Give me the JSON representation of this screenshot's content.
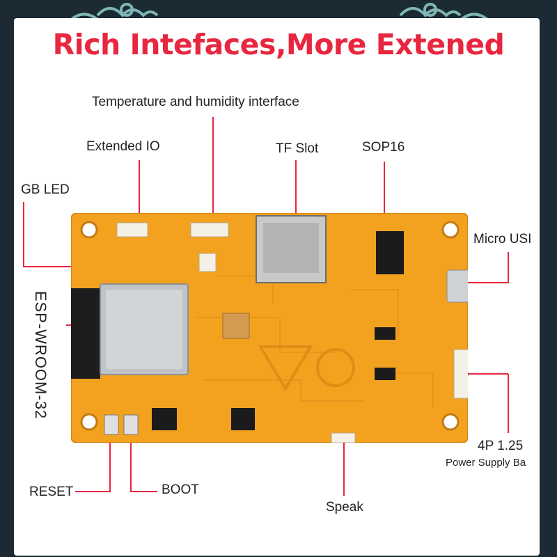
{
  "headline": "Rich Intefaces,More Extened",
  "labels": {
    "temp_humidity": "Temperature and humidity interface",
    "extended_io": "Extended IO",
    "tf_slot": "TF Slot",
    "sop16": "SOP16",
    "rgb_led": "GB LED",
    "micro_usb": "Micro USI",
    "module": "ESP-WROOM-32",
    "power_4p": "4P 1.25",
    "power_supply": "Power Supply Ba",
    "reset": "RESET",
    "boot": "BOOT",
    "speak": "Speak"
  },
  "colors": {
    "accent": "#e8263f",
    "pcb": "#f2a21f",
    "pcb_edge": "#d9861a",
    "frame": "#1b2a33",
    "ornament": "#4f8f93"
  }
}
